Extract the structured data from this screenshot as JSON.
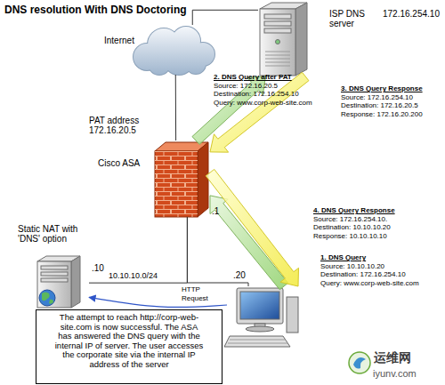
{
  "diagram": {
    "title": "DNS resolution With DNS Doctoring",
    "nodes": [
      {
        "text": [
          "Internet"
        ]
      },
      {
        "text": [
          "ISP DNS server",
          "172.16.254.10"
        ]
      },
      {
        "text": [
          "PAT address 172.16.20.5",
          "Cisco ASA",
          ".1"
        ]
      },
      {
        "text": [
          "Static NAT with 'DNS' option",
          ".10"
        ]
      },
      {
        "text": [
          ".20"
        ]
      },
      {
        "text": [
          "The attempt to reach http://corp-web-site.com is now successful. The ASA has answered the DNS query with the internal IP of server. The user accesses the corporate site via the internal IP address of the server"
        ]
      }
    ],
    "edges": [
      {
        "from": 0,
        "to": 1,
        "arrow": "none"
      },
      {
        "from": 0,
        "to": 2,
        "arrow": "none"
      },
      {
        "from": 2,
        "to": 3,
        "arrow": "none"
      },
      {
        "from": 2,
        "to": 4,
        "arrow": "none"
      },
      {
        "from": 4,
        "to": 2,
        "arrow": "to"
      },
      {
        "from": 2,
        "to": 1,
        "arrow": "to"
      },
      {
        "from": 1,
        "to": 2,
        "arrow": "to"
      },
      {
        "from": 2,
        "to": 4,
        "arrow": "to"
      },
      {
        "from": 4,
        "to": 3,
        "label": "HTTP Request",
        "arrow": "to"
      }
    ],
    "labels": [
      "2. DNS Query after PAT",
      "Source: 172.16.20.5",
      "Destination: 172.16.254.10",
      "Query: www.corp-web-site.com",
      "3. DNS Query Response",
      "Source: 172.16.254.10",
      "Destination: 172.16.20.5",
      "Response: 172.16.20.200",
      "4. DNS Query Response",
      "Source: 172.16.254.10.",
      "Destination: 10.10.10.20",
      "Response: 10.10.10.10",
      "1. DNS Query",
      "Source: 10.10.10.20",
      "Destination: 172.16.254.10",
      "Query: www.corp-web-site.com",
      "10.10.10.0/24",
      "运维网",
      "iyunv.com"
    ]
  }
}
